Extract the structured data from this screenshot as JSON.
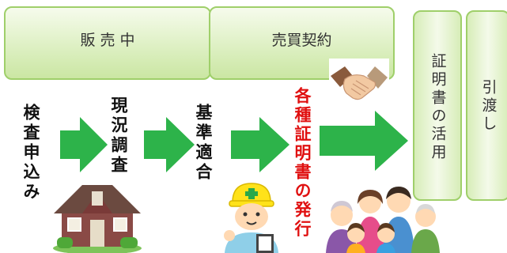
{
  "phases": {
    "selling": "販 売 中",
    "contract": "売買契約",
    "certificate_use": "証明書の活用",
    "handover": "引渡し"
  },
  "steps": {
    "inspection_application": "検査申込み",
    "site_survey": "現況調査",
    "conformity": "基準適合",
    "certificate_issue": "各種証明書の発行"
  },
  "colors": {
    "arrow": "#2db34a",
    "phase_border": "#9fcf6a",
    "phase_fill": "#d7edb8",
    "highlight_text": "#e01010"
  },
  "icons": [
    "house-illustration",
    "handshake-icon",
    "inspector-illustration",
    "family-illustration"
  ]
}
